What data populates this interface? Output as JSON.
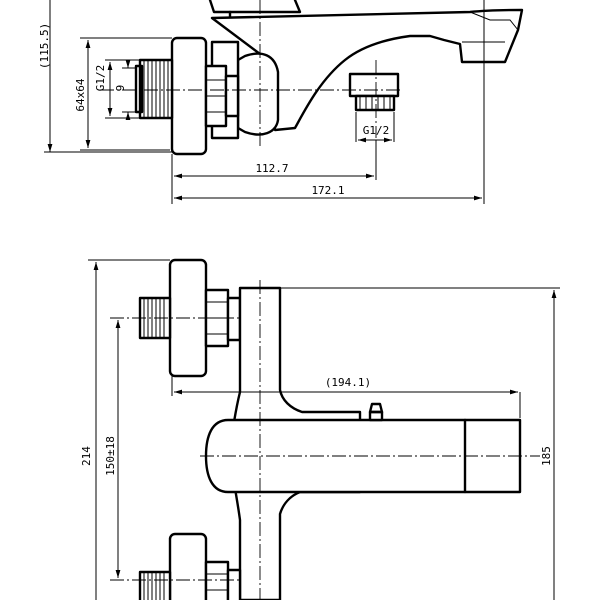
{
  "top_view": {
    "dims": {
      "height_overall": "(115.5)",
      "flange_size": "64x64",
      "inlet_thread": "G1/2",
      "thread_depth": "9",
      "outlet_thread": "G1/2",
      "outlet_offset": "112.7",
      "overall_depth": "172.1"
    }
  },
  "front_view": {
    "dims": {
      "spout_length": "(194.1)",
      "overall_width": "214",
      "inlet_spacing": "150±18",
      "body_width": "185"
    }
  }
}
